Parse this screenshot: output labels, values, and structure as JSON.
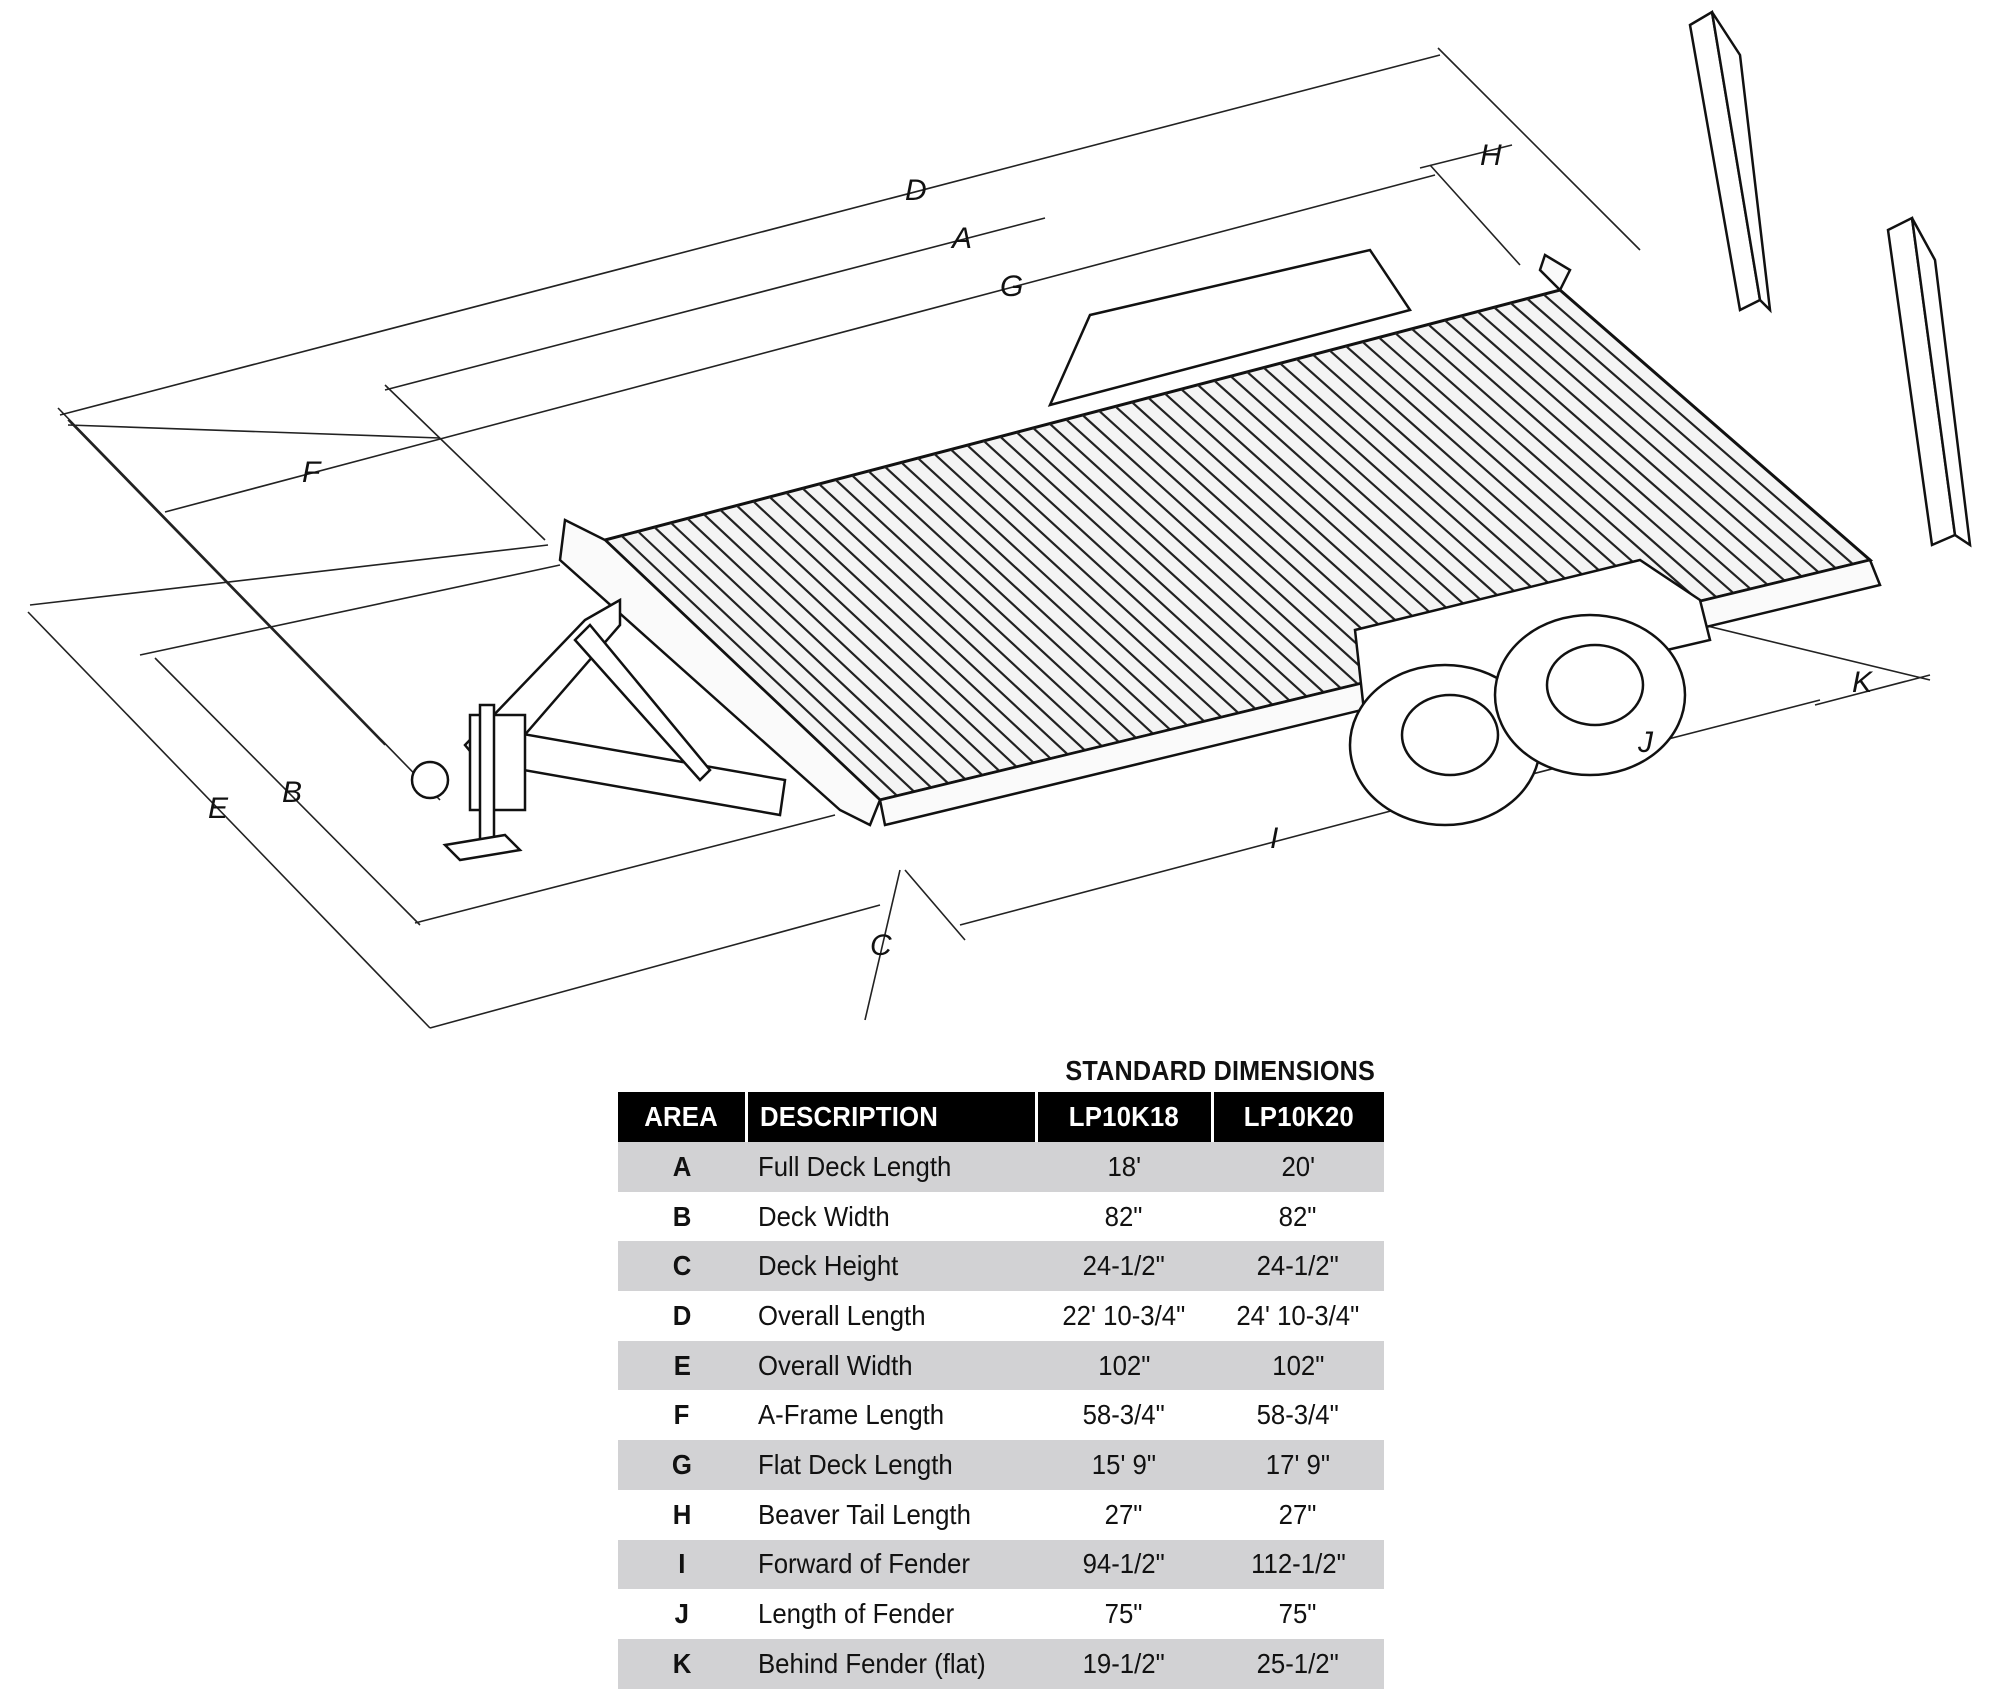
{
  "diagram": {
    "labels": [
      "A",
      "B",
      "C",
      "D",
      "E",
      "F",
      "G",
      "H",
      "I",
      "J",
      "K"
    ]
  },
  "table": {
    "title": "STANDARD DIMENSIONS",
    "headers": [
      "AREA",
      "DESCRIPTION",
      "LP10K18",
      "LP10K20"
    ],
    "rows": [
      {
        "area": "A",
        "description": "Full Deck Length",
        "lp10k18": "18'",
        "lp10k20": "20'"
      },
      {
        "area": "B",
        "description": "Deck Width",
        "lp10k18": "82\"",
        "lp10k20": "82\""
      },
      {
        "area": "C",
        "description": "Deck Height",
        "lp10k18": "24-1/2\"",
        "lp10k20": "24-1/2\""
      },
      {
        "area": "D",
        "description": "Overall Length",
        "lp10k18": "22' 10-3/4\"",
        "lp10k20": "24' 10-3/4\""
      },
      {
        "area": "E",
        "description": "Overall Width",
        "lp10k18": "102\"",
        "lp10k20": "102\""
      },
      {
        "area": "F",
        "description": "A-Frame Length",
        "lp10k18": "58-3/4\"",
        "lp10k20": "58-3/4\""
      },
      {
        "area": "G",
        "description": "Flat Deck Length",
        "lp10k18": "15' 9\"",
        "lp10k20": "17' 9\""
      },
      {
        "area": "H",
        "description": "Beaver Tail Length",
        "lp10k18": "27\"",
        "lp10k20": "27\""
      },
      {
        "area": "I",
        "description": "Forward of Fender",
        "lp10k18": "94-1/2\"",
        "lp10k20": "112-1/2\""
      },
      {
        "area": "J",
        "description": "Length of Fender",
        "lp10k18": "75\"",
        "lp10k20": "75\""
      },
      {
        "area": "K",
        "description": "Behind Fender (flat)",
        "lp10k18": "19-1/2\"",
        "lp10k20": "25-1/2\""
      }
    ]
  }
}
